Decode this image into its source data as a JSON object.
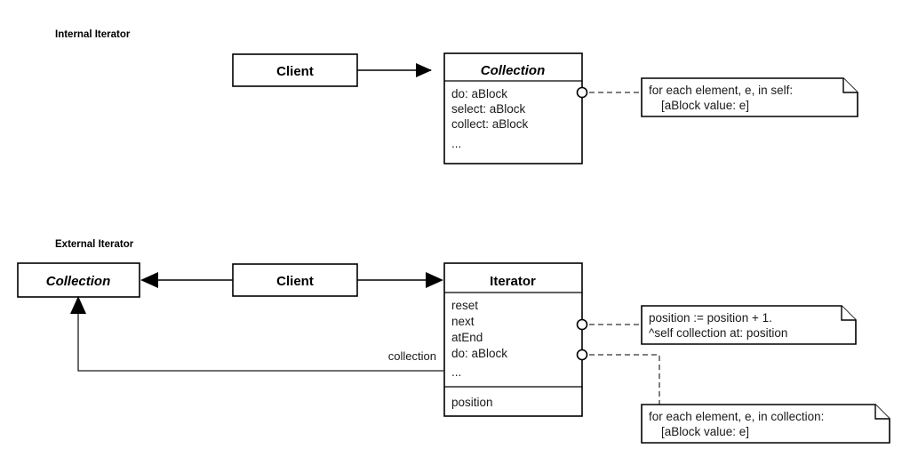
{
  "diagram": {
    "title_semantic": "iterator-pattern-uml-diagram",
    "background_color": "#ffffff",
    "line_color": "#000000",
    "dashed_color": "#555555",
    "sections": [
      {
        "label": "Internal Iterator"
      },
      {
        "label": "External Iterator"
      }
    ]
  },
  "internal": {
    "section_label": "Internal Iterator",
    "client": {
      "name": "Client"
    },
    "collection": {
      "name": "Collection",
      "abstract": true,
      "methods": [
        "do: aBlock",
        "select: aBlock",
        "collect: aBlock",
        "..."
      ]
    },
    "note": {
      "lines": [
        "for each element, e, in self:",
        "[aBlock value: e]"
      ]
    }
  },
  "external": {
    "section_label": "External Iterator",
    "collection": {
      "name": "Collection",
      "abstract": true
    },
    "client": {
      "name": "Client"
    },
    "iterator": {
      "name": "Iterator",
      "abstract": false,
      "methods": [
        "reset",
        "next",
        "atEnd",
        "do: aBlock",
        "..."
      ],
      "attributes": [
        "position"
      ]
    },
    "association_label": "collection",
    "note_next": {
      "lines": [
        "position := position + 1.",
        "^self collection at: position"
      ]
    },
    "note_do": {
      "lines": [
        "for each element, e, in collection:",
        "[aBlock value: e]"
      ]
    }
  }
}
